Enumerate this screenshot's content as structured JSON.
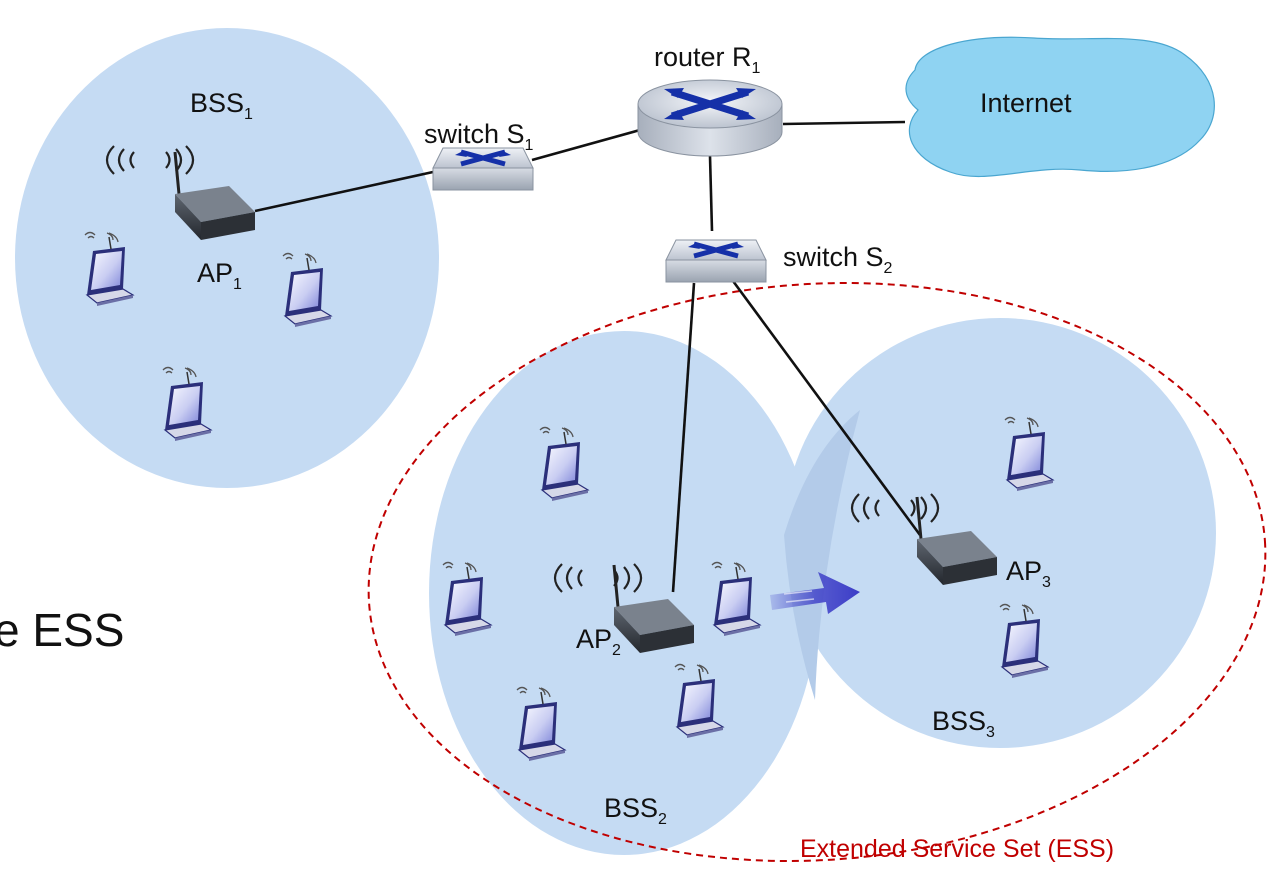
{
  "labels": {
    "router": {
      "text": "router R",
      "sub": "1"
    },
    "switch1": {
      "text": "switch S",
      "sub": "1"
    },
    "switch2": {
      "text": "switch S",
      "sub": "2"
    },
    "internet": "Internet",
    "bss1": {
      "text": "BSS",
      "sub": "1"
    },
    "bss2": {
      "text": "BSS",
      "sub": "2"
    },
    "bss3": {
      "text": "BSS",
      "sub": "3"
    },
    "ap1": {
      "text": "AP",
      "sub": "1"
    },
    "ap2": {
      "text": "AP",
      "sub": "2"
    },
    "ap3": {
      "text": "AP",
      "sub": "3"
    },
    "ess": "Extended Service Set (ESS)",
    "slide_fragment": "e ESS"
  },
  "colors": {
    "bss_fill": "#c5dbf3",
    "cloud_fill": "#8fd3f2",
    "ess_border": "#c00000",
    "arrow": "#3c3dc7",
    "cable": "#111111"
  }
}
